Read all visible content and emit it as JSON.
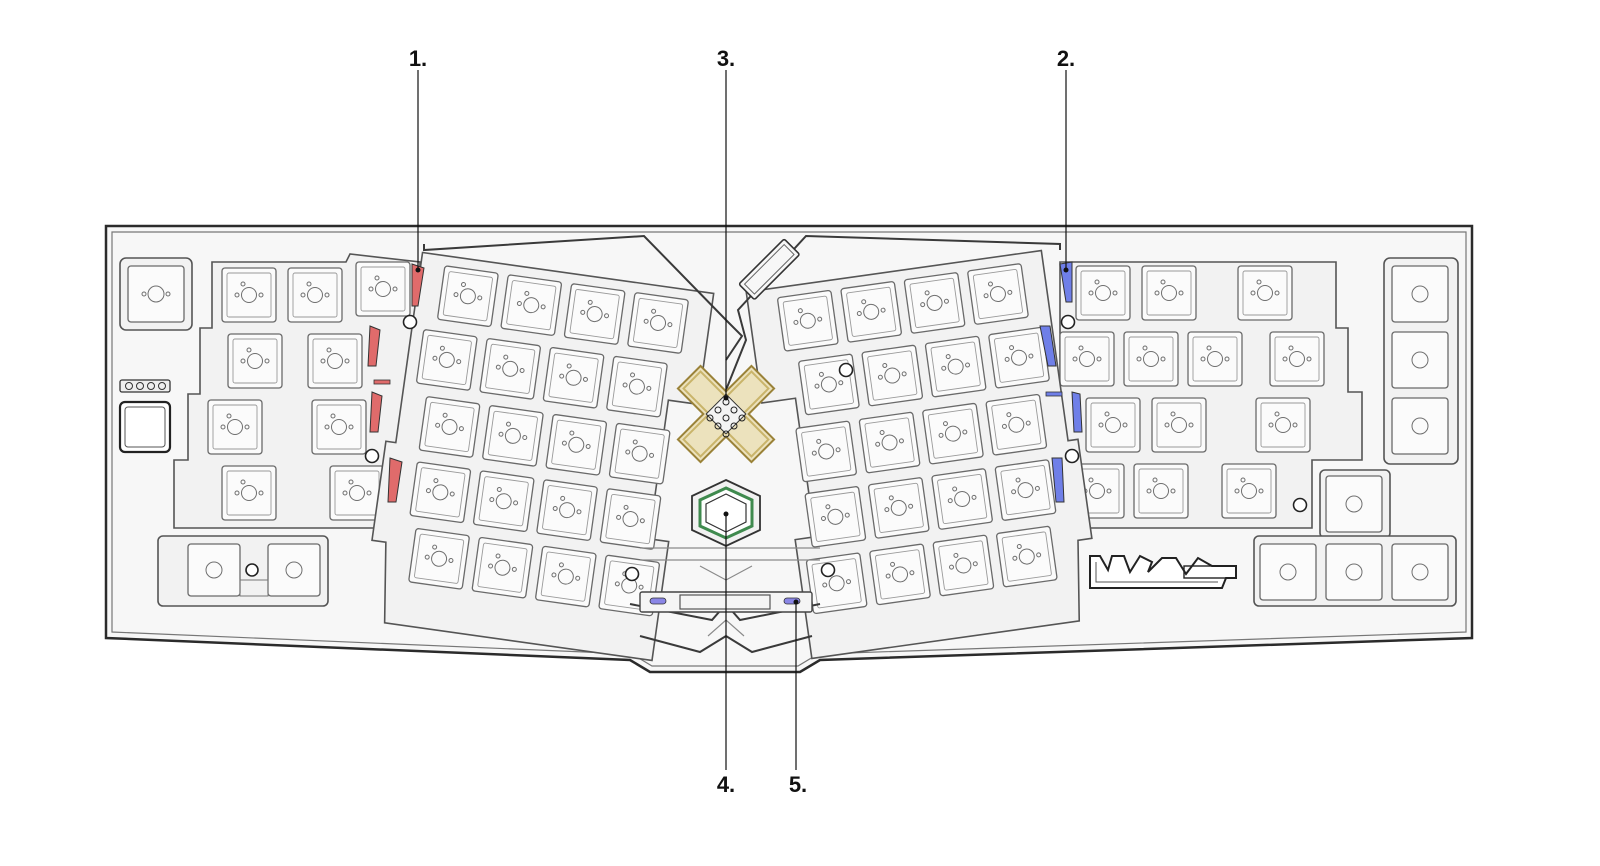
{
  "callouts": [
    {
      "id": "1",
      "label": "1."
    },
    {
      "id": "2",
      "label": "2."
    },
    {
      "id": "3",
      "label": "3."
    },
    {
      "id": "4",
      "label": "4."
    },
    {
      "id": "5",
      "label": "5."
    }
  ],
  "colors": {
    "left_accent": "#e06b6b",
    "right_accent": "#6f7fe8",
    "center_cross": "#c9b46a",
    "center_hex": "#3f8a4e",
    "led_purple": "#8a86e6"
  },
  "icons": [
    "screw-icon",
    "switch-socket-icon",
    "logo-mark"
  ]
}
